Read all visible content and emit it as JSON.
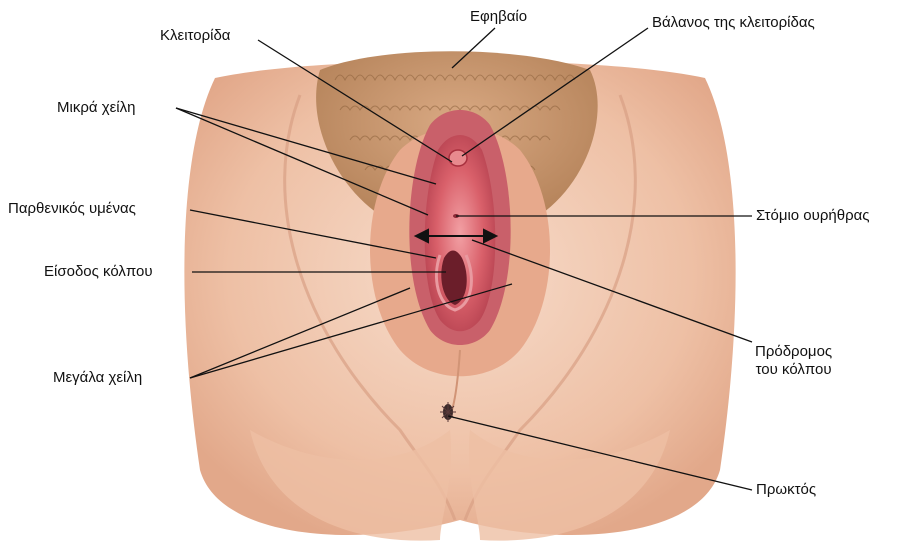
{
  "labels": {
    "ephebaio": "Εφηβαίο",
    "kleitorida": "Κλειτορίδα",
    "balanos": "Βάλανος της κλειτορίδας",
    "mikra_xeili": "Μικρά χείλη",
    "parthenikos": "Παρθενικός υμένας",
    "stomio": "Στόμιο ουρήθρας",
    "eisodos": "Είσοδος κόλπου",
    "megala_xeili": "Μεγάλα χείλη",
    "prodromos_line1": "Πρόδρομος",
    "prodromos_line2": "του κόλπου",
    "proktos": "Πρωκτός"
  },
  "colors": {
    "background": "#ffffff",
    "skin_light": "#f6d6c0",
    "skin_mid": "#e8b596",
    "skin_shadow": "#c98a6a",
    "hair": "#a67a4e",
    "mucosa": "#d9606a",
    "mucosa_dark": "#a8303e",
    "leader_line": "#111111"
  }
}
